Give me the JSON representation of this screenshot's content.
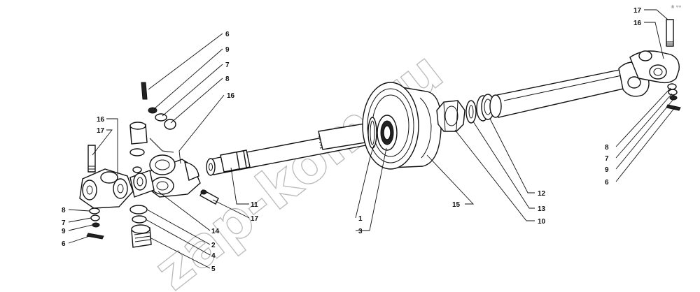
{
  "watermark": "zap-kom.ru",
  "corner_mark": "® ᵑᵑᵑ",
  "callouts": [
    {
      "id": "l6a",
      "text": "6"
    },
    {
      "id": "l9a",
      "text": "9"
    },
    {
      "id": "l7a",
      "text": "7"
    },
    {
      "id": "l8a",
      "text": "8"
    },
    {
      "id": "l16a",
      "text": "16"
    },
    {
      "id": "l16b",
      "text": "16"
    },
    {
      "id": "l17a",
      "text": "17"
    },
    {
      "id": "l8b",
      "text": "8"
    },
    {
      "id": "l7b",
      "text": "7"
    },
    {
      "id": "l9b",
      "text": "9"
    },
    {
      "id": "l6b",
      "text": "6"
    },
    {
      "id": "l14",
      "text": "14"
    },
    {
      "id": "l2",
      "text": "2"
    },
    {
      "id": "l4",
      "text": "4"
    },
    {
      "id": "l5",
      "text": "5"
    },
    {
      "id": "l11",
      "text": "11"
    },
    {
      "id": "l17b",
      "text": "17"
    },
    {
      "id": "l1",
      "text": "1"
    },
    {
      "id": "l3",
      "text": "3"
    },
    {
      "id": "l15",
      "text": "15"
    },
    {
      "id": "l12",
      "text": "12"
    },
    {
      "id": "l13",
      "text": "13"
    },
    {
      "id": "l10",
      "text": "10"
    },
    {
      "id": "l17c",
      "text": "17"
    },
    {
      "id": "l16c",
      "text": "16"
    },
    {
      "id": "l8c",
      "text": "8"
    },
    {
      "id": "l7c",
      "text": "7"
    },
    {
      "id": "l9c",
      "text": "9"
    },
    {
      "id": "l6c",
      "text": "6"
    }
  ]
}
